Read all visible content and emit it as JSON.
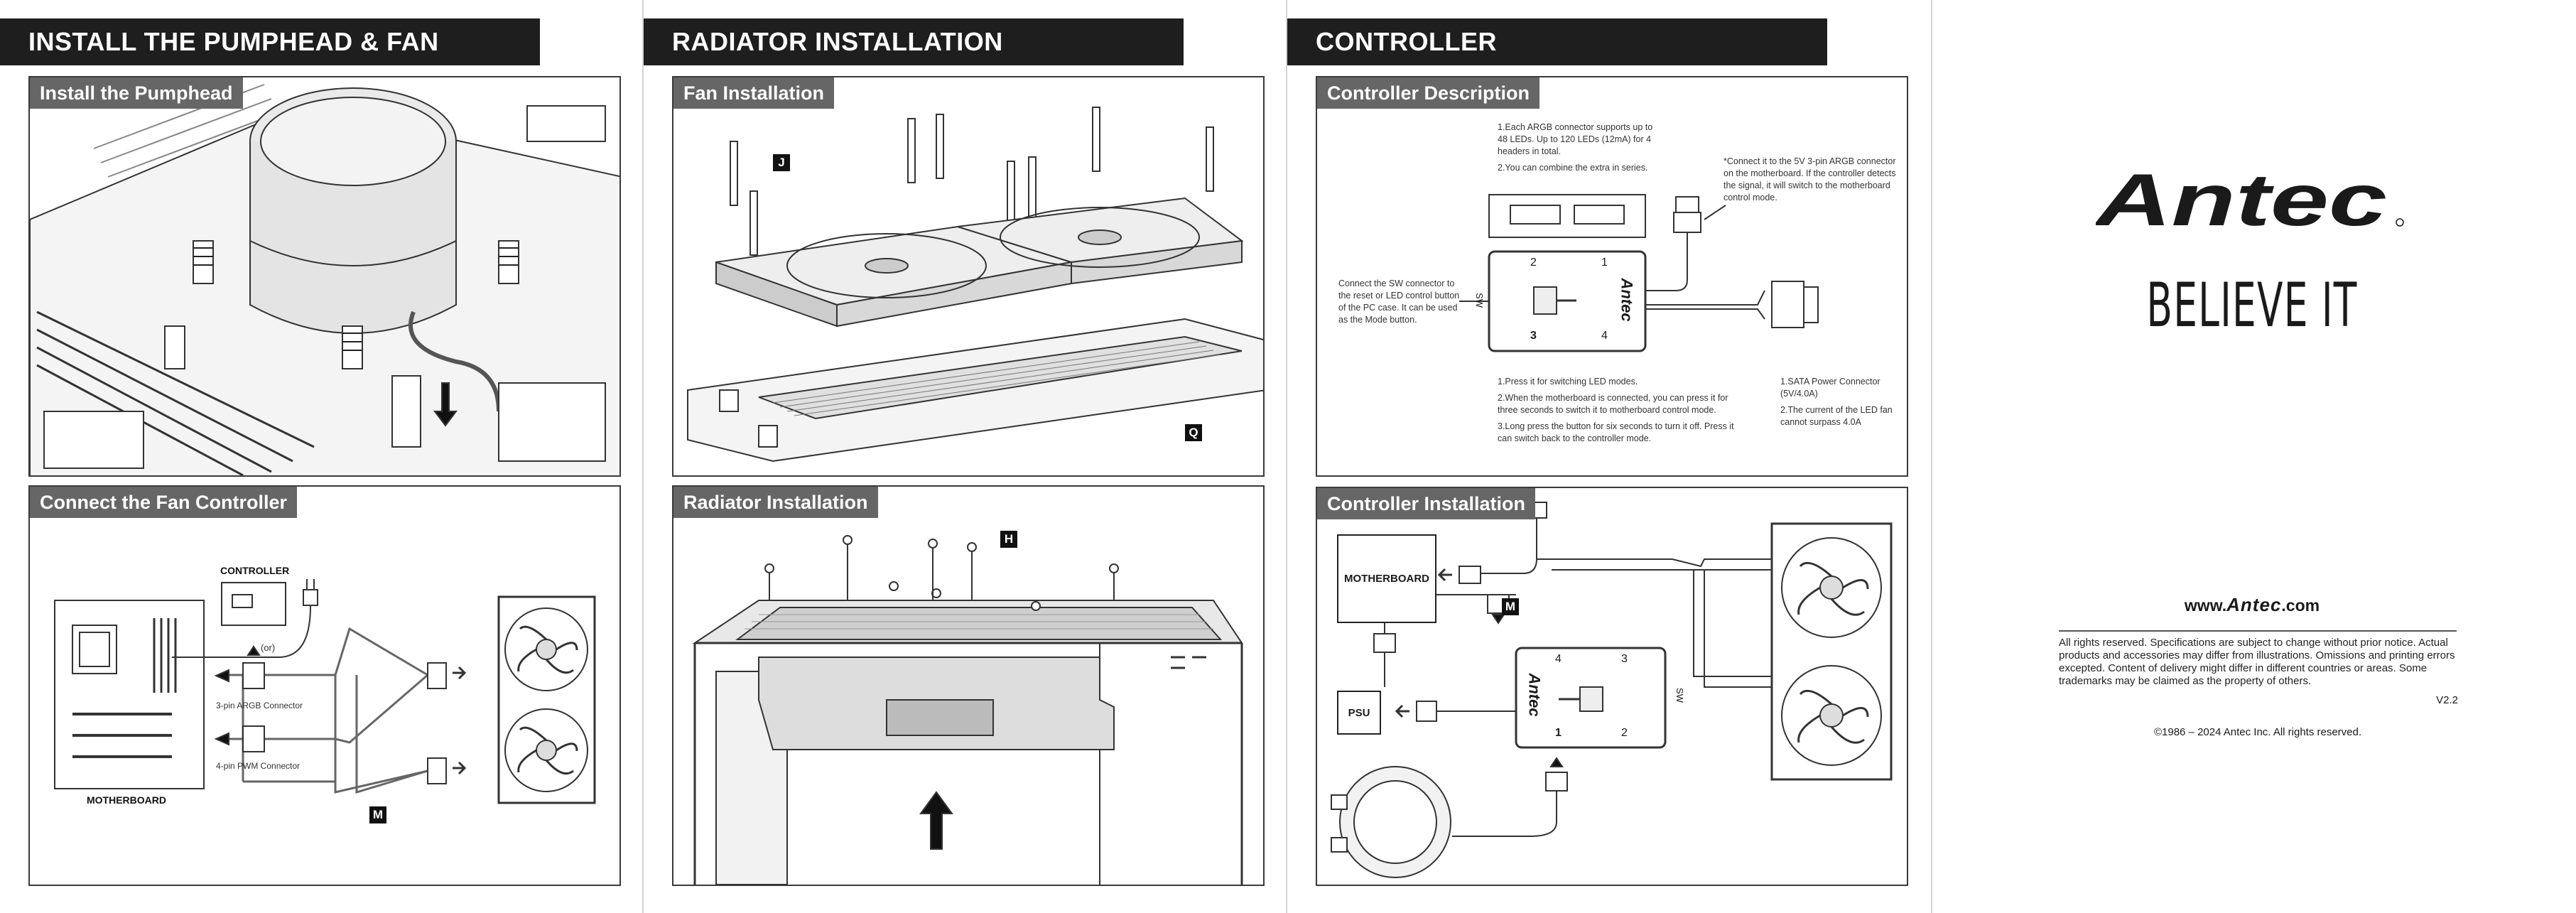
{
  "columns": [
    {
      "header": "INSTALL THE PUMPHEAD & FAN",
      "panels": [
        {
          "label": "Install the Pumphead"
        },
        {
          "label": "Connect the Fan Controller",
          "controller_label": "CONTROLLER",
          "motherboard_label": "MOTHERBOARD",
          "connector_argb": "3-pin ARGB Connector",
          "connector_pwm": "4-pin PWM Connector",
          "arrow_note": "(or)",
          "part_tag": "M"
        }
      ]
    },
    {
      "header": "RADIATOR INSTALLATION",
      "panels": [
        {
          "label": "Fan Installation",
          "part_tag_screw": "J",
          "part_tag_rad": "Q"
        },
        {
          "label": "Radiator Installation",
          "part_tag": "H"
        }
      ]
    },
    {
      "header": "CONTROLLER",
      "panels": [
        {
          "label": "Controller Description",
          "notes_top": [
            "1.Each ARGB connector supports up to 48 LEDs. Up to 120 LEDs (12mA) for 4 headers in total.",
            "2.You can combine the extra in series."
          ],
          "note_argb": "*Connect it to the 5V 3-pin ARGB connector on the motherboard. If the controller detects the signal, it will switch to the motherboard control mode.",
          "note_sw": "Connect the SW connector to the reset or LED control button of the PC case. It can be used as the Mode button.",
          "notes_bottom": [
            "1.Press it for switching LED modes.",
            "2.When the motherboard is connected, you can press it for three seconds to switch it to motherboard control mode.",
            "3.Long press the button for six seconds to turn it off. Press it can switch back to the controller mode."
          ],
          "notes_power": [
            "1.SATA Power Connector (5V/4.0A)",
            "2.The current of the LED fan cannot surpass 4.0A"
          ],
          "port_labels": [
            "2",
            "1",
            "3",
            "4"
          ],
          "sw_label": "SW",
          "brand_on_controller": "Antec"
        },
        {
          "label": "Controller Installation",
          "motherboard_label": "MOTHERBOARD",
          "psu_label": "PSU",
          "part_tag": "M",
          "port_labels": [
            "4",
            "3",
            "1",
            "2"
          ],
          "sw_label": "SW",
          "brand_on_controller": "Antec"
        }
      ]
    }
  ],
  "brand": {
    "logo_text": "Antec",
    "slogan": "BELIEVE IT",
    "web_prefix": "www.",
    "web_logo": "Antec",
    "web_suffix": ".com",
    "legal": "All rights reserved. Specifications are subject to change without prior notice. Actual products and accessories may differ from illustrations. Omissions and printing errors excepted. Content of delivery might differ in different countries or areas. Some trademarks may be claimed as the property of others.",
    "version": "V2.2",
    "copyright": "©1986 – 2024 Antec Inc.  All rights reserved."
  }
}
